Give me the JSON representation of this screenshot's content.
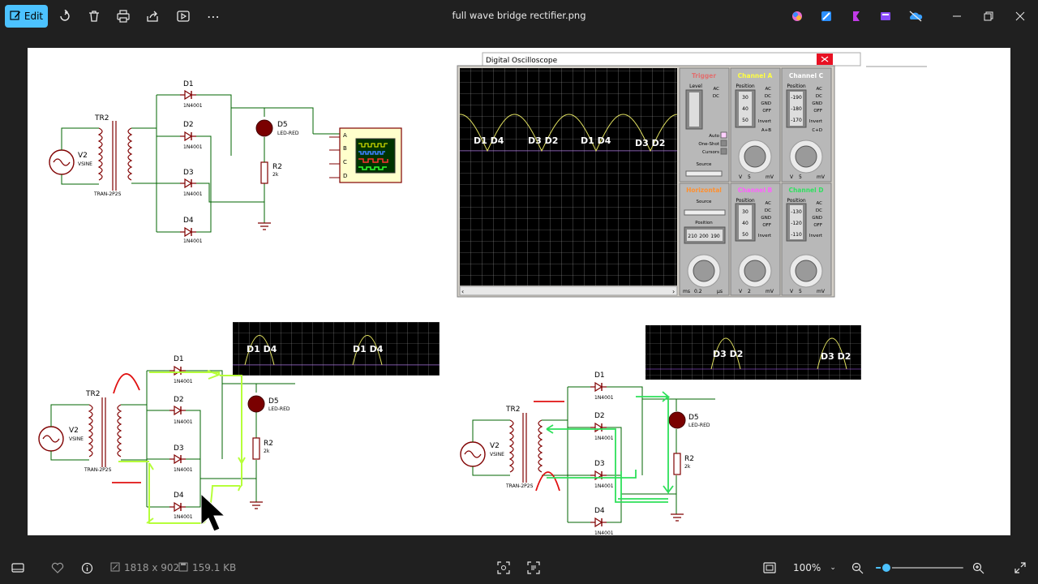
{
  "toolbar": {
    "edit_label": "Edit",
    "file_title": "full wave  bridge rectifier.png"
  },
  "circuit": {
    "transformer": "TR2",
    "transformer_model": "TRAN-2P2S",
    "source": "V2",
    "source_type": "VSINE",
    "diodes": [
      "D1",
      "D2",
      "D3",
      "D4"
    ],
    "diode_model": "1N4001",
    "led": "D5",
    "led_model": "LED-RED",
    "resistor": "R2",
    "resistor_value": "2k",
    "scope_inputs": [
      "A",
      "B",
      "C",
      "D"
    ]
  },
  "oscilloscope": {
    "window_title": "Digital Oscilloscope",
    "wave_labels": [
      "D1 D4",
      "D3 D2",
      "D1 D4",
      "D3 D2"
    ],
    "panels": {
      "trigger": "Trigger",
      "channel_a": "Channel A",
      "channel_b": "Channel B",
      "channel_c": "Channel C",
      "channel_d": "Channel D",
      "horizontal": "Horizontal"
    },
    "options_mode": [
      "AC",
      "DC",
      "GND",
      "OFF"
    ],
    "invert": "Invert",
    "trigger_opts": [
      "Auto",
      "One-Shot",
      "Cursors"
    ],
    "level": "Level",
    "source": "Source",
    "position": "Position",
    "ab": "A+B",
    "cd": "C+D",
    "pos_a": [
      "30",
      "40",
      "50"
    ],
    "pos_c": [
      "-190",
      "-180",
      "-170"
    ],
    "pos_b": [
      "30",
      "40",
      "50"
    ],
    "pos_d": [
      "-130",
      "-120",
      "-110"
    ],
    "horiz_pos": [
      "210",
      "200",
      "190"
    ],
    "units": [
      "V",
      "mV",
      "ms",
      "µs"
    ],
    "dial_values": [
      "5",
      "5",
      "0.2",
      "2",
      "5"
    ]
  },
  "lower_left": {
    "waves": [
      "D1 D4",
      "D1 D4"
    ]
  },
  "lower_right": {
    "waves": [
      "D3 D2",
      "D3 D2"
    ]
  },
  "statusbar": {
    "dimensions": "1818 x 902",
    "filesize": "159.1 KB",
    "zoom": "100%",
    "zoom_fraction": 0.12
  }
}
